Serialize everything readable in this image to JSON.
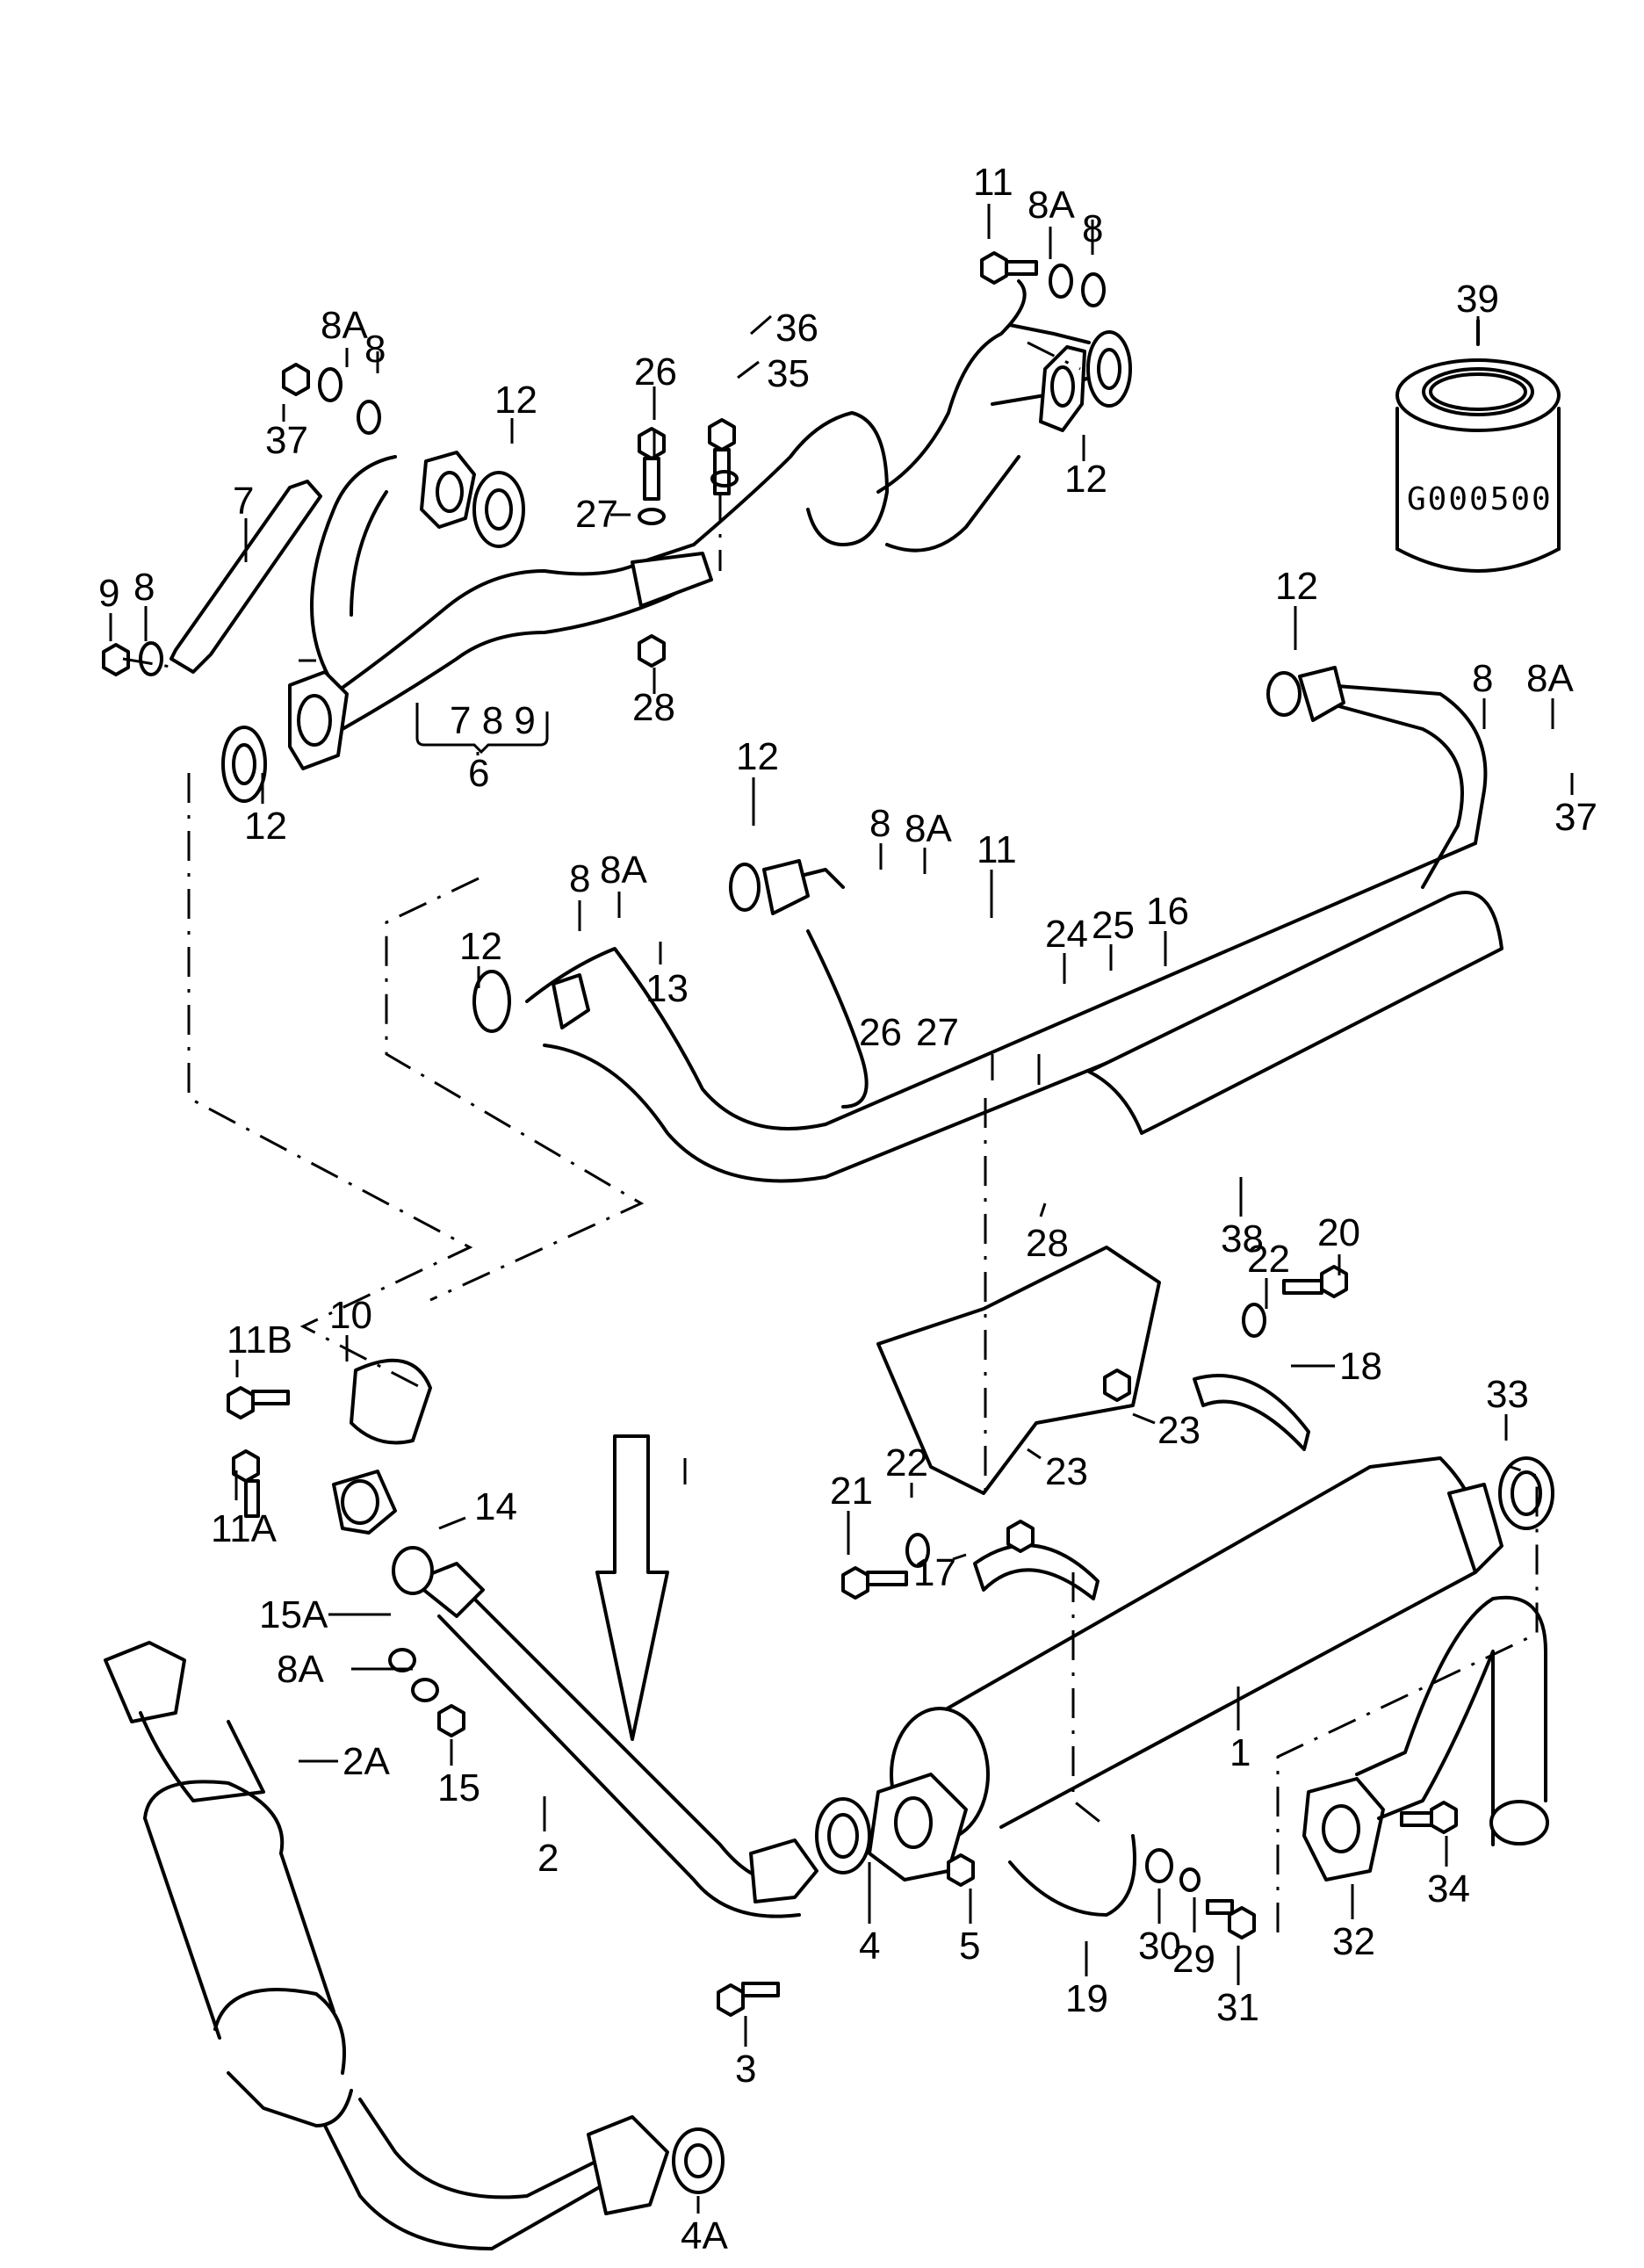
{
  "diagram": {
    "type": "exploded parts diagram",
    "subject": "exhaust system",
    "box_code": "G000500",
    "indicator": "arrow-down",
    "labels": [
      {
        "id": "lbl-11-top",
        "text": "11"
      },
      {
        "id": "lbl-8a-top",
        "text": "8A"
      },
      {
        "id": "lbl-8-top",
        "text": "8"
      },
      {
        "id": "lbl-39",
        "text": "39"
      },
      {
        "id": "lbl-36",
        "text": "36"
      },
      {
        "id": "lbl-35",
        "text": "35"
      },
      {
        "id": "lbl-26-top",
        "text": "26"
      },
      {
        "id": "lbl-27-top",
        "text": "27"
      },
      {
        "id": "lbl-28-top",
        "text": "28"
      },
      {
        "id": "lbl-12-topright",
        "text": "12"
      },
      {
        "id": "lbl-8a-left",
        "text": "8A"
      },
      {
        "id": "lbl-8-left",
        "text": "8"
      },
      {
        "id": "lbl-37-left",
        "text": "37"
      },
      {
        "id": "lbl-12-left",
        "text": "12"
      },
      {
        "id": "lbl-7",
        "text": "7"
      },
      {
        "id": "lbl-9",
        "text": "9"
      },
      {
        "id": "lbl-8-far-left",
        "text": "8"
      },
      {
        "id": "lbl-789",
        "text": "7 8 9"
      },
      {
        "id": "lbl-6",
        "text": "6"
      },
      {
        "id": "lbl-12-left-lower",
        "text": "12"
      },
      {
        "id": "lbl-12-right",
        "text": "12"
      },
      {
        "id": "lbl-8-right",
        "text": "8"
      },
      {
        "id": "lbl-8a-right",
        "text": "8A"
      },
      {
        "id": "lbl-37-right",
        "text": "37"
      },
      {
        "id": "lbl-12-mid",
        "text": "12"
      },
      {
        "id": "lbl-8-mid",
        "text": "8"
      },
      {
        "id": "lbl-8a-mid",
        "text": "8A"
      },
      {
        "id": "lbl-11-mid",
        "text": "11"
      },
      {
        "id": "lbl-8-mid2",
        "text": "8"
      },
      {
        "id": "lbl-8a-mid2",
        "text": "8A"
      },
      {
        "id": "lbl-13",
        "text": "13"
      },
      {
        "id": "lbl-12-mid2",
        "text": "12"
      },
      {
        "id": "lbl-16",
        "text": "16"
      },
      {
        "id": "lbl-24",
        "text": "24"
      },
      {
        "id": "lbl-25",
        "text": "25"
      },
      {
        "id": "lbl-26-mid",
        "text": "26"
      },
      {
        "id": "lbl-27-mid",
        "text": "27"
      },
      {
        "id": "lbl-28-mid",
        "text": "28"
      },
      {
        "id": "lbl-38",
        "text": "38"
      },
      {
        "id": "lbl-20",
        "text": "20"
      },
      {
        "id": "lbl-22-right",
        "text": "22"
      },
      {
        "id": "lbl-18",
        "text": "18"
      },
      {
        "id": "lbl-23-right",
        "text": "23"
      },
      {
        "id": "lbl-23-left",
        "text": "23"
      },
      {
        "id": "lbl-22-left",
        "text": "22"
      },
      {
        "id": "lbl-21",
        "text": "21"
      },
      {
        "id": "lbl-17",
        "text": "17"
      },
      {
        "id": "lbl-33",
        "text": "33"
      },
      {
        "id": "lbl-10",
        "text": "10"
      },
      {
        "id": "lbl-11b",
        "text": "11B"
      },
      {
        "id": "lbl-11a",
        "text": "11A"
      },
      {
        "id": "lbl-14",
        "text": "14"
      },
      {
        "id": "lbl-15a",
        "text": "15A"
      },
      {
        "id": "lbl-8a-low",
        "text": "8A"
      },
      {
        "id": "lbl-15",
        "text": "15"
      },
      {
        "id": "lbl-2a",
        "text": "2A"
      },
      {
        "id": "lbl-2",
        "text": "2"
      },
      {
        "id": "lbl-1",
        "text": "1"
      },
      {
        "id": "lbl-4",
        "text": "4"
      },
      {
        "id": "lbl-5",
        "text": "5"
      },
      {
        "id": "lbl-3",
        "text": "3"
      },
      {
        "id": "lbl-19",
        "text": "19"
      },
      {
        "id": "lbl-30",
        "text": "30"
      },
      {
        "id": "lbl-29",
        "text": "29"
      },
      {
        "id": "lbl-31",
        "text": "31"
      },
      {
        "id": "lbl-32",
        "text": "32"
      },
      {
        "id": "lbl-34",
        "text": "34"
      },
      {
        "id": "lbl-4a",
        "text": "4A"
      }
    ]
  }
}
